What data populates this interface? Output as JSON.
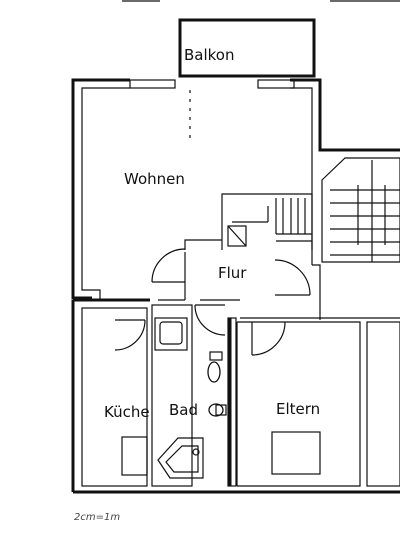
{
  "rooms": {
    "balcony": "Balkon",
    "living": "Wohnen",
    "hall": "Flur",
    "kitchen": "Küche",
    "bath": "Bad",
    "parents": "Eltern"
  },
  "scale_note": "2cm=1m"
}
